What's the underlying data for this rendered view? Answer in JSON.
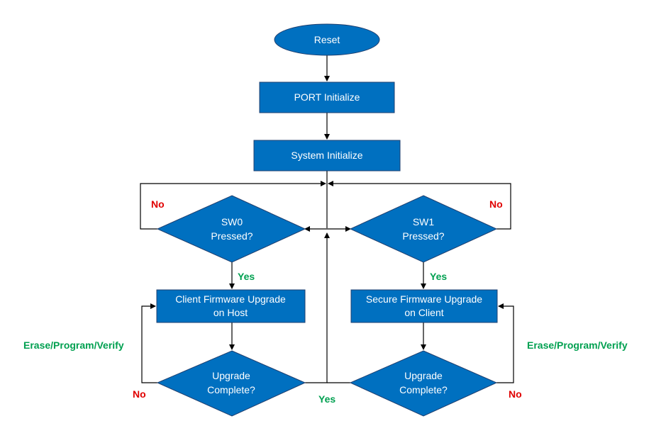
{
  "nodes": {
    "reset": "Reset",
    "port_init": "PORT Initialize",
    "system_init": "System Initialize",
    "sw0": [
      "SW0",
      "Pressed?"
    ],
    "sw1": [
      "SW1",
      "Pressed?"
    ],
    "client_upgrade": [
      "Client Firmware Upgrade",
      "on Host"
    ],
    "secure_upgrade": [
      "Secure Firmware Upgrade",
      "on Client"
    ],
    "upgrade_complete_left": [
      "Upgrade",
      "Complete?"
    ],
    "upgrade_complete_right": [
      "Upgrade",
      "Complete?"
    ]
  },
  "labels": {
    "sw0_no": "No",
    "sw1_no": "No",
    "sw0_yes": "Yes",
    "sw1_yes": "Yes",
    "left_loop": "Erase/Program/Verify",
    "right_loop": "Erase/Program/Verify",
    "left_no": "No",
    "right_no": "No",
    "complete_yes": "Yes"
  },
  "colors": {
    "node_fill": "#0070c0",
    "node_text": "#ffffff",
    "no_label": "#e00000",
    "yes_label": "#00a050"
  }
}
